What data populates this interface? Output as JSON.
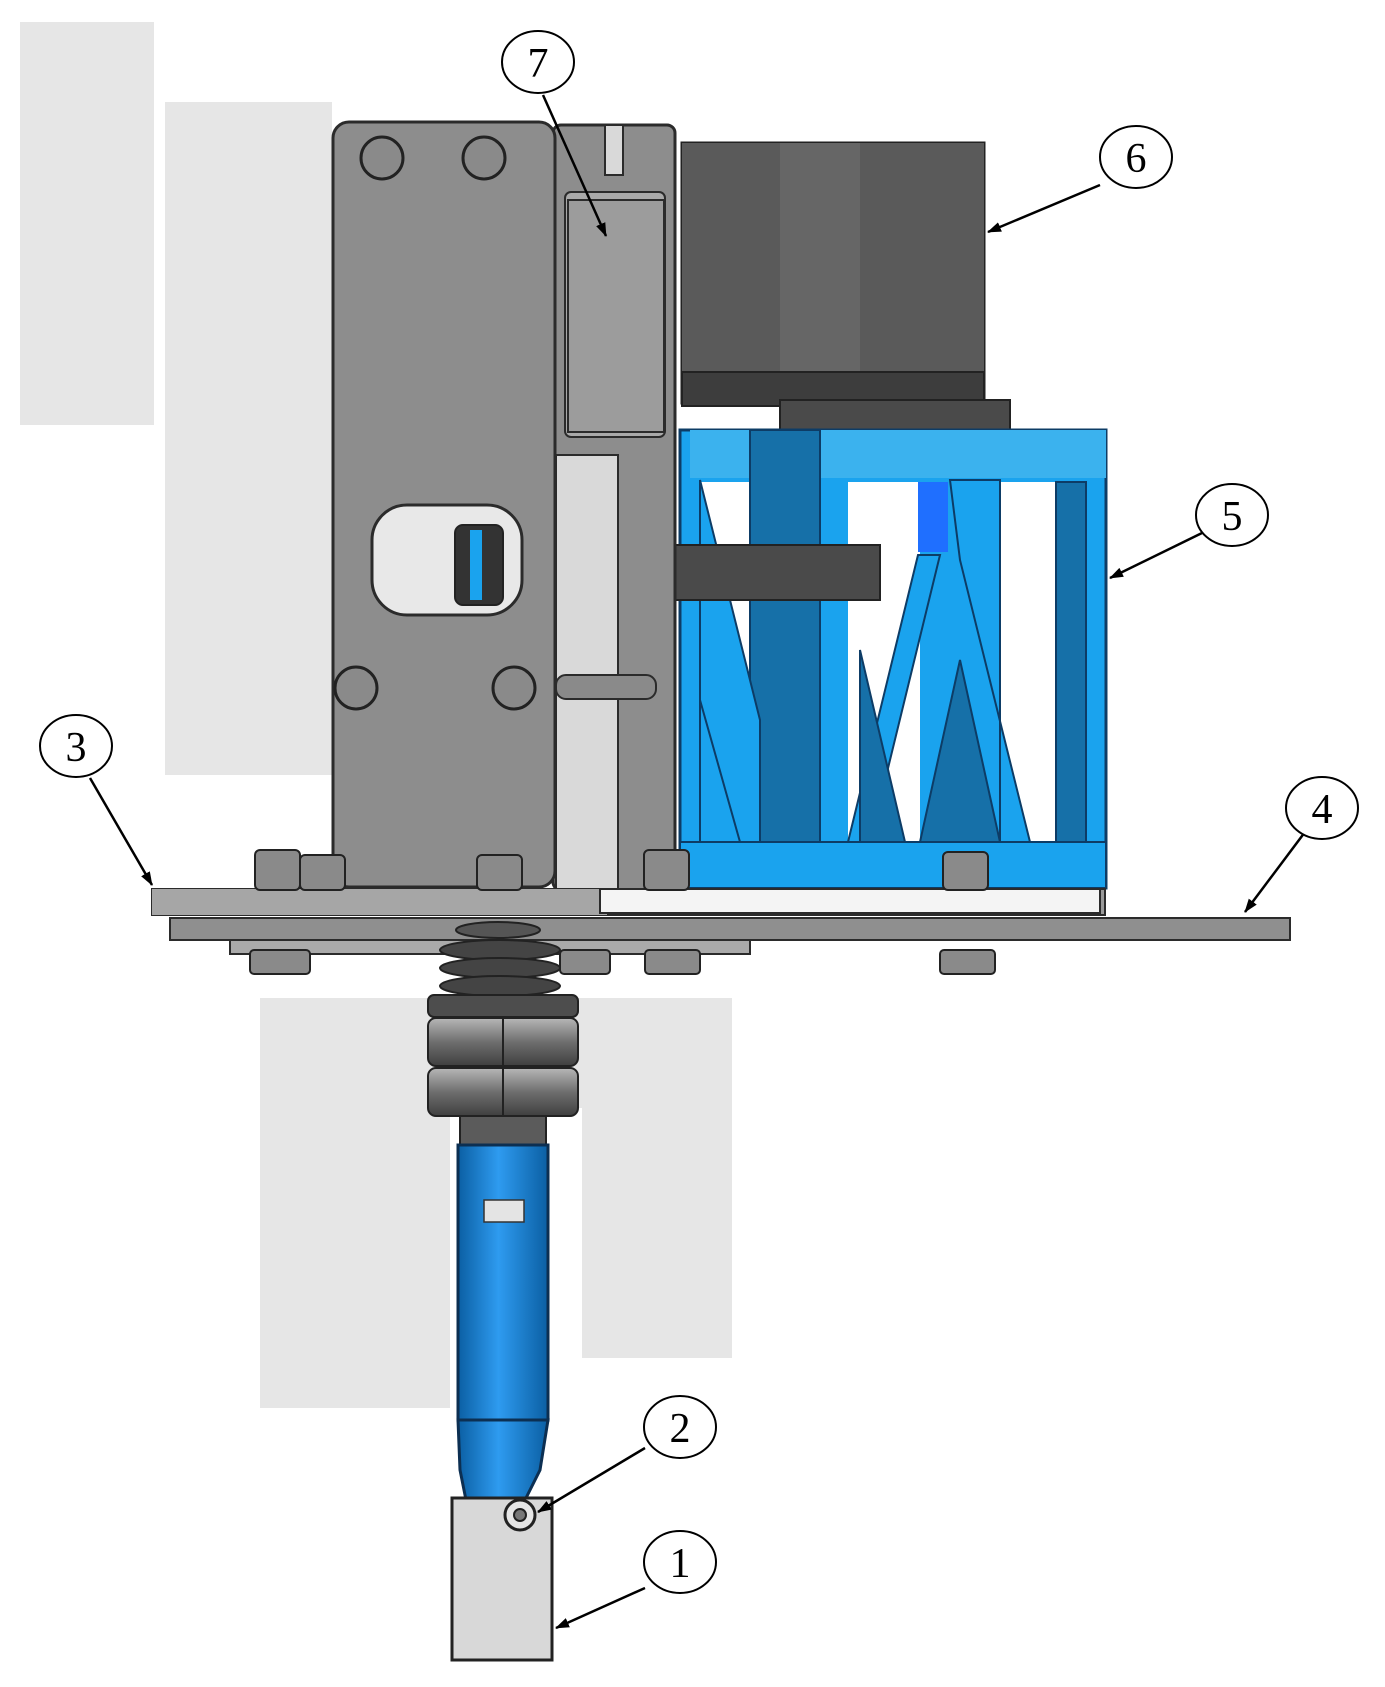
{
  "figure": {
    "callouts": [
      {
        "id": "1",
        "label": "1"
      },
      {
        "id": "2",
        "label": "2"
      },
      {
        "id": "3",
        "label": "3"
      },
      {
        "id": "4",
        "label": "4"
      },
      {
        "id": "5",
        "label": "5"
      },
      {
        "id": "6",
        "label": "6"
      },
      {
        "id": "7",
        "label": "7"
      }
    ],
    "colors": {
      "blue_frame": "#1aa3ee",
      "blue_dark": "#1670a8",
      "plate_gray": "#8d8d8d",
      "motor_gray": "#505050",
      "light_gray": "#d9d9d9",
      "background_shade": "#e6e6e6"
    }
  }
}
